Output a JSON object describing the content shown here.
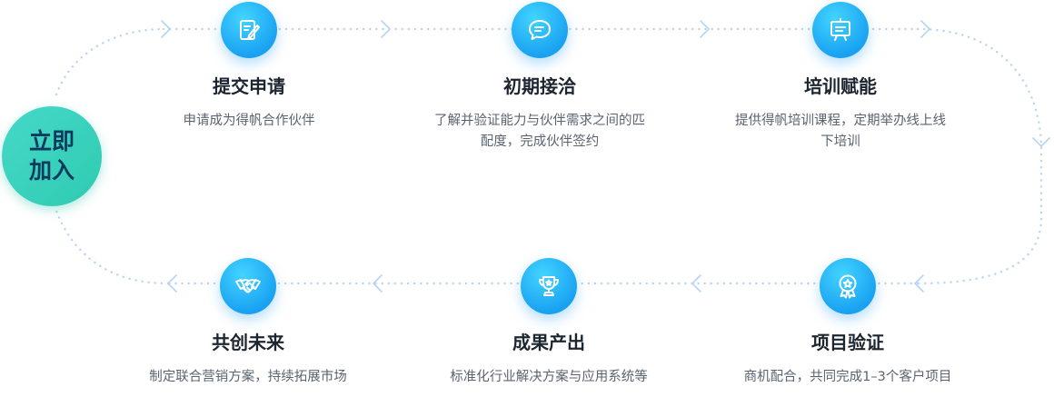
{
  "start": {
    "line1": "立即",
    "line2": "加入"
  },
  "steps": [
    {
      "title": "提交申请",
      "desc": "申请成为得帆合作伙伴",
      "icon": "edit-document-icon"
    },
    {
      "title": "初期接洽",
      "desc": "了解并验证能力与伙伴需求之间的匹配度，完成伙伴签约",
      "icon": "chat-bubble-icon"
    },
    {
      "title": "培训赋能",
      "desc": "提供得帆培训课程，定期举办线上线下培训",
      "icon": "presentation-board-icon"
    },
    {
      "title": "项目验证",
      "desc": "商机配合，共同完成1–3个客户项目",
      "icon": "award-badge-icon"
    },
    {
      "title": "成果产出",
      "desc": "标准化行业解决方案与应用系统等",
      "icon": "trophy-icon"
    },
    {
      "title": "共创未来",
      "desc": "制定联合营销方案，持续拓展市场",
      "icon": "handshake-icon"
    }
  ],
  "colors": {
    "track": "#b9d3f2",
    "icon_bg": "#1aa3f2",
    "start_bg": "#3dd3bd",
    "start_text": "#0b3a5e"
  }
}
